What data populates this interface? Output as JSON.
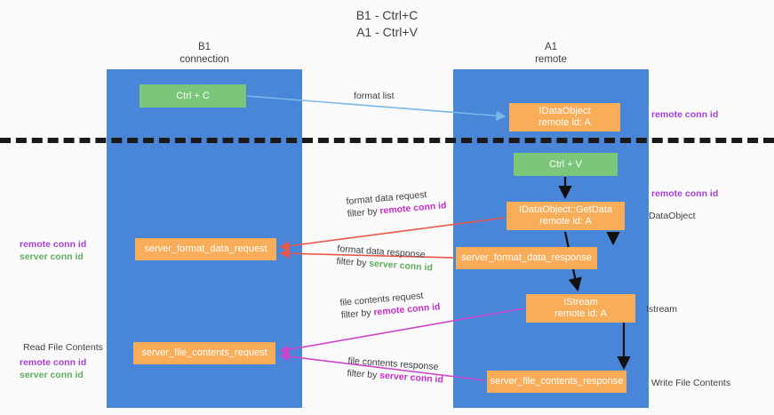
{
  "title": {
    "line1": "B1 - Ctrl+C",
    "line2": "A1 - Ctrl+V"
  },
  "columns": [
    {
      "id": "b1",
      "name": "B1",
      "role": "connection"
    },
    {
      "id": "a1",
      "name": "A1",
      "role": "remote"
    }
  ],
  "colors": {
    "lane": "#4a86d8",
    "box_green": "#7bc67b",
    "box_orange": "#f9ad58",
    "remote_conn_id": "#c42fc4",
    "server_conn_id": "#5fae5f",
    "divider": "#1a1a1a",
    "arrow_format_list": "#7ab8e8",
    "arrow_format_data": "#e8584a",
    "arrow_file_contents": "#cc44cc",
    "arrow_black": "#111111",
    "background": "#fafafa"
  },
  "boxes": {
    "ctrl_c": {
      "label": "Ctrl + C",
      "style": "green"
    },
    "idataobject": {
      "line1": "IDataObject",
      "line2": "remote id: A",
      "style": "orange"
    },
    "ctrl_v": {
      "label": "Ctrl + V",
      "style": "green"
    },
    "getdata": {
      "line1": "IDataObject::GetData",
      "line2": "remote id: A",
      "style": "orange"
    },
    "server_format_data_request": {
      "label": "server_format_data_request",
      "style": "orange"
    },
    "server_format_data_response": {
      "label": "server_format_data_response",
      "style": "orange"
    },
    "istream": {
      "line1": "IStream",
      "line2": "remote id: A",
      "style": "orange"
    },
    "server_file_contents_request": {
      "label": "server_file_contents_request",
      "style": "orange"
    },
    "server_file_contents_response": {
      "label": "server_file_contents_response",
      "style": "orange"
    }
  },
  "edge_labels": {
    "format_list": "format list",
    "format_data_request": "format data request",
    "format_data_request_filter_prefix": "filter by ",
    "format_data_request_filter_key": "remote conn id",
    "format_data_response": "format data response",
    "format_data_response_filter_prefix": "filter by ",
    "format_data_response_filter_key": "server conn id",
    "file_contents_request": "file contents request",
    "file_contents_request_filter_prefix": "filter by ",
    "file_contents_request_filter_key": "remote conn id",
    "file_contents_response": "file contents response",
    "file_contents_response_filter_prefix": "filter by ",
    "file_contents_response_filter_key": "server conn id"
  },
  "side_notes": {
    "right_remote_conn_id_top": "remote conn id",
    "right_remote_conn_id_mid": "remote conn id",
    "right_dataobject": "DataObject",
    "right_istream": "Istream",
    "right_write_file_contents": "Write File Contents",
    "left_remote_conn_id": "remote conn id",
    "left_server_conn_id": "server conn id",
    "left_read_file_contents": "Read File Contents",
    "left_remote_conn_id_2": "remote conn id",
    "left_server_conn_id_2": "server conn id"
  }
}
